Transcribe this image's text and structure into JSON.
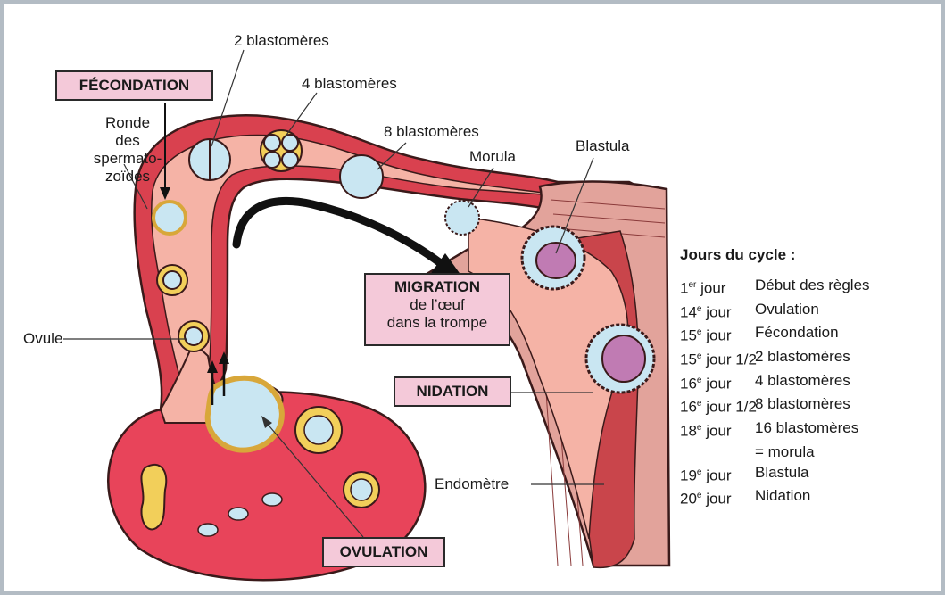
{
  "labels": {
    "two_blasto": "2 blastomères",
    "four_blasto": "4 blastomères",
    "eight_blasto": "8 blastomères",
    "morula": "Morula",
    "blastula": "Blastula",
    "ronde_1": "Ronde",
    "ronde_2": "des",
    "ronde_3": "spermato-",
    "ronde_4": "zoïdes",
    "ovule": "Ovule",
    "endometre": "Endomètre"
  },
  "boxes": {
    "fecondation": "FÉCONDATION",
    "migration_title": "MIGRATION",
    "migration_line2": "de l’œuf",
    "migration_line3": "dans la trompe",
    "nidation": "NIDATION",
    "ovulation": "OVULATION"
  },
  "legend": {
    "title": "Jours du cycle :",
    "rows": [
      {
        "num": "1",
        "sup": "er",
        "rest": " jour",
        "event": "Début des règles"
      },
      {
        "num": "14",
        "sup": "e",
        "rest": " jour",
        "event": "Ovulation"
      },
      {
        "num": "15",
        "sup": "e",
        "rest": " jour",
        "event": "Fécondation"
      },
      {
        "num": "15",
        "sup": "e",
        "rest": " jour 1/2",
        "event": "2 blastomères"
      },
      {
        "num": "16",
        "sup": "e",
        "rest": " jour",
        "event": "4 blastomères"
      },
      {
        "num": "16",
        "sup": "e",
        "rest": " jour 1/2",
        "event": "8 blastomères"
      },
      {
        "num": "18",
        "sup": "e",
        "rest": " jour",
        "event": "16 blastomères"
      },
      {
        "num": "",
        "sup": "",
        "rest": "",
        "event": "= morula"
      },
      {
        "num": "19",
        "sup": "e",
        "rest": " jour",
        "event": "Blastula"
      },
      {
        "num": "20",
        "sup": "e",
        "rest": " jour",
        "event": "Nidation"
      }
    ]
  },
  "colors": {
    "ovary": "#e8445a",
    "tube_wall": "#d9414f",
    "tube_lumen": "#f5b3a6",
    "uterus_muscle": "#e2a39b",
    "endometrium": "#c9454b",
    "cell_blue": "#c9e6f2",
    "cell_yellow": "#f2cf5a",
    "label_box": "#f4c9d9",
    "blastula_purple": "#c07bb3"
  }
}
